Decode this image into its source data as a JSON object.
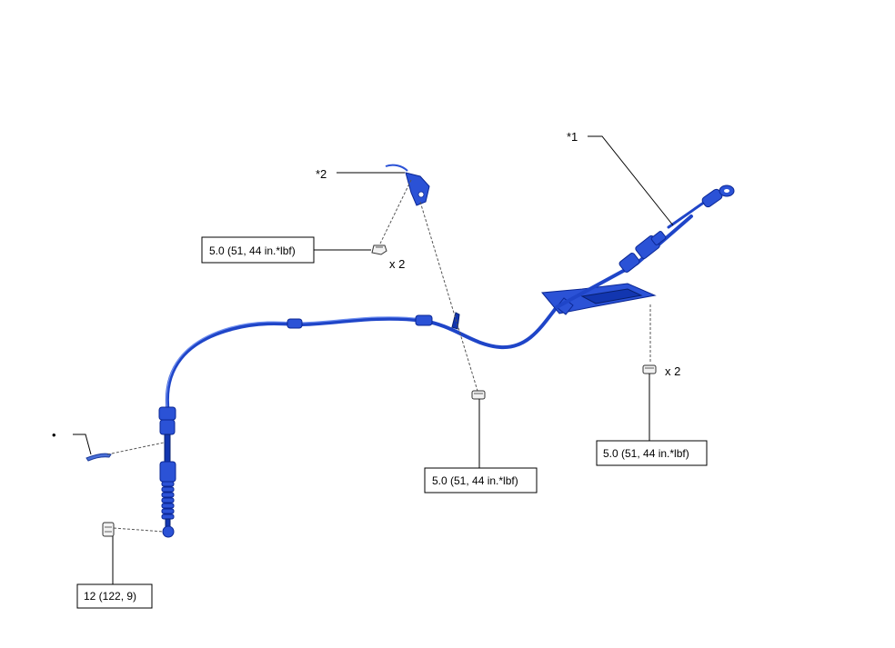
{
  "callouts": {
    "part1": "*1",
    "part2": "*2",
    "bullet": "•"
  },
  "torque": {
    "bracket_nuts": "5.0 (51, 44 in.*lbf)",
    "center_nut": "5.0 (51, 44 in.*lbf)",
    "plate_nuts": "5.0 (51, 44 in.*lbf)",
    "end_nut": "12 (122, 9)"
  },
  "quantities": {
    "bracket_nuts": "x 2",
    "plate_nuts": "x 2"
  },
  "colors": {
    "cable": "#1f45c8",
    "part_fill": "#2b52d6"
  }
}
